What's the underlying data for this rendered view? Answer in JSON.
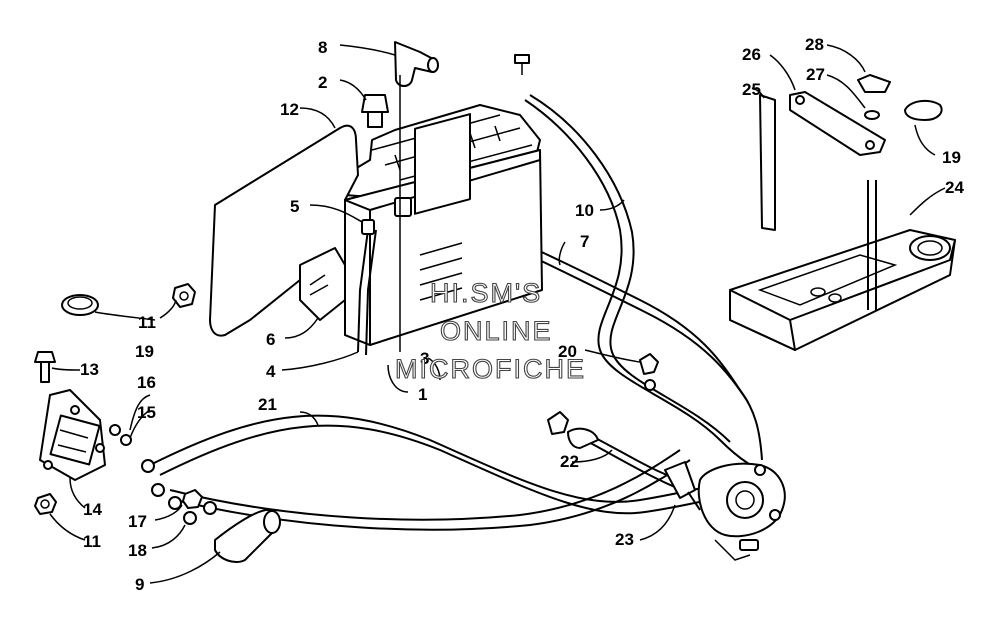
{
  "diagram": {
    "callouts": {
      "c1": "1",
      "c2": "2",
      "c3": "3",
      "c4": "4",
      "c5": "5",
      "c6": "6",
      "c7": "7",
      "c8": "8",
      "c9": "9",
      "c10": "10",
      "c11a": "11",
      "c11b": "11",
      "c12": "12",
      "c13": "13",
      "c14": "14",
      "c15": "15",
      "c16": "16",
      "c17": "17",
      "c18": "18",
      "c19a": "19",
      "c19b": "19",
      "c20": "20",
      "c21": "21",
      "c22": "22",
      "c23": "23",
      "c24": "24",
      "c25": "25",
      "c26": "26",
      "c27": "27",
      "c28": "28"
    },
    "watermark": {
      "line1": "HI.SM'S",
      "line2": "ONLINE",
      "line3": "MICROFICHE"
    }
  }
}
